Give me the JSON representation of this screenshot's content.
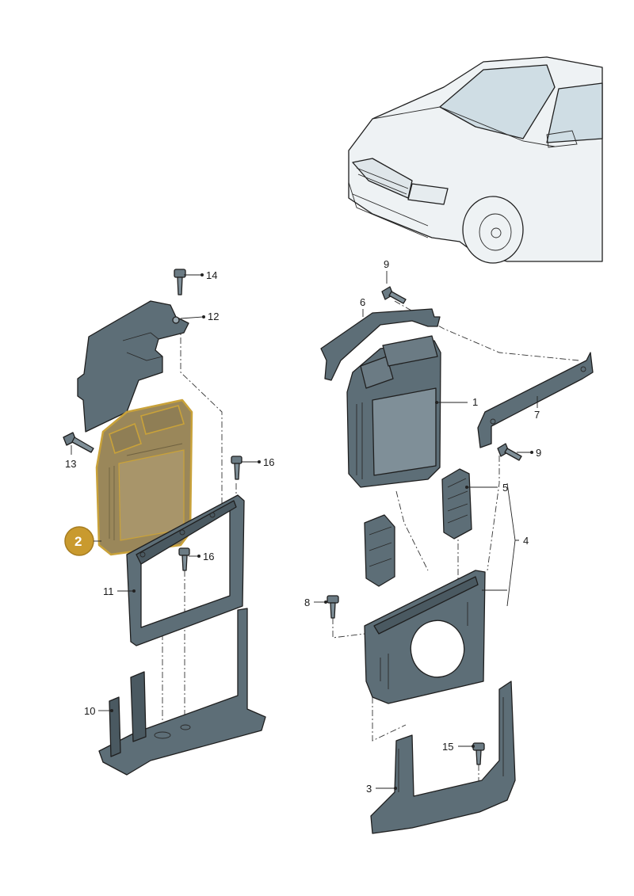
{
  "colors": {
    "part_fill": "#5d6e77",
    "part_fill_dark": "#4a5961",
    "part_fill_light": "#7f8f98",
    "highlight_fill": "#9a875a",
    "highlight_stroke": "#c9a23a",
    "badge_fill": "#c99a2e",
    "car_fill": "#eef2f4",
    "car_glass": "#cfdde4"
  },
  "diagram": {
    "highlighted_part": "2",
    "callouts": [
      {
        "id": "c1",
        "label": "1"
      },
      {
        "id": "c2",
        "label": "2"
      },
      {
        "id": "c3",
        "label": "3"
      },
      {
        "id": "c4",
        "label": "4"
      },
      {
        "id": "c5",
        "label": "5"
      },
      {
        "id": "c6",
        "label": "6"
      },
      {
        "id": "c7",
        "label": "7"
      },
      {
        "id": "c8",
        "label": "8"
      },
      {
        "id": "c9a",
        "label": "9"
      },
      {
        "id": "c9b",
        "label": "9"
      },
      {
        "id": "c10",
        "label": "10"
      },
      {
        "id": "c11",
        "label": "11"
      },
      {
        "id": "c12",
        "label": "12"
      },
      {
        "id": "c13",
        "label": "13"
      },
      {
        "id": "c14",
        "label": "14"
      },
      {
        "id": "c15",
        "label": "15"
      },
      {
        "id": "c16a",
        "label": "16"
      },
      {
        "id": "c16b",
        "label": "16"
      }
    ]
  }
}
